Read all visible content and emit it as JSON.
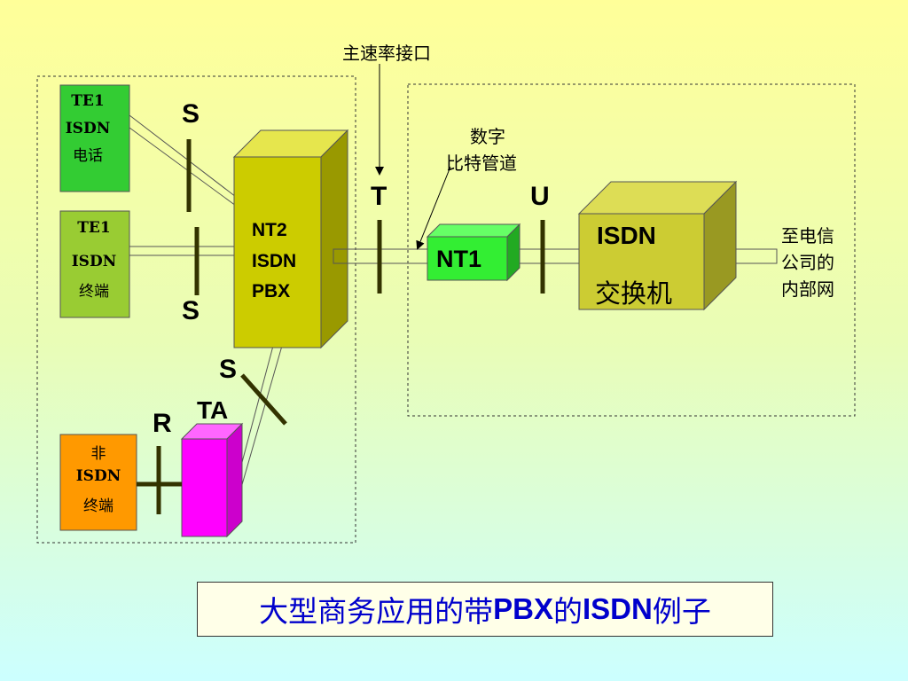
{
  "labels": {
    "primary_rate_interface": "主速率接口",
    "digital_bit_pipe_line1": "数字",
    "digital_bit_pipe_line2": "比特管道",
    "to_telco_line1": "至电信",
    "to_telco_line2": "公司的",
    "to_telco_line3": "内部网"
  },
  "ref_points": {
    "s_top": "S",
    "s_mid": "S",
    "s_lower": "S",
    "t": "T",
    "u": "U",
    "r": "R"
  },
  "devices": {
    "te1_phone": {
      "line1": "TE1",
      "line2": "ISDN",
      "line3": "电话"
    },
    "te1_terminal": {
      "line1": "TE1",
      "line2": "ISDN",
      "line3": "终端"
    },
    "non_isdn": {
      "line1": "非",
      "line2": "ISDN",
      "line3": "终端"
    },
    "nt2": {
      "line1": "NT2",
      "line2": "ISDN",
      "line3": "PBX"
    },
    "nt1": {
      "label": "NT1"
    },
    "isdn_switch": {
      "line1": "ISDN",
      "line2": "交换机"
    },
    "ta": {
      "label": "TA"
    }
  },
  "caption": {
    "part1": "大型商务应用的带",
    "part2": "PBX",
    "part3": "的",
    "part4": "ISDN",
    "part5": "例子"
  },
  "colors": {
    "te1_phone": "#33cc33",
    "te1_terminal": "#99cc33",
    "non_isdn": "#ff9900",
    "nt2": "#cccc00",
    "nt1": "#33ee33",
    "isdn_switch": "#cccc33",
    "ta": "#ff00ff",
    "caption_text": "#0000cc"
  }
}
